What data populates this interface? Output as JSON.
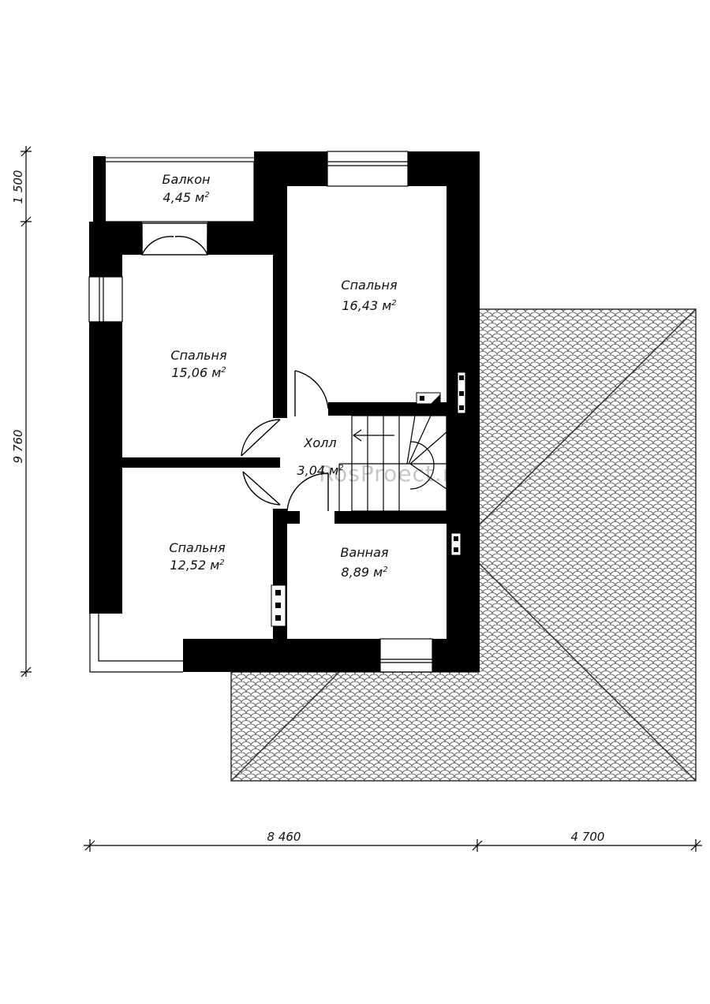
{
  "rooms": {
    "balcony": {
      "name": "Балкон",
      "area": "4,45 м",
      "unit_sup": "2"
    },
    "bedroom_top_right": {
      "name": "Спальня",
      "area": "16,43 м",
      "unit_sup": "2"
    },
    "bedroom_left": {
      "name": "Спальня",
      "area": "15,06 м",
      "unit_sup": "2"
    },
    "hall": {
      "name": "Холл",
      "area": "3,04 м",
      "unit_sup": "2"
    },
    "bedroom_bottom_left": {
      "name": "Спальня",
      "area": "12,52 м",
      "unit_sup": "2"
    },
    "bathroom": {
      "name": "Ванная",
      "area": "8,89 м",
      "unit_sup": "2"
    }
  },
  "dimensions": {
    "vertical_balcony": "1 500",
    "vertical_total": "9 760",
    "horizontal_house": "8 460",
    "horizontal_roof": "4 700"
  },
  "watermark": "RosProect.ru",
  "colors": {
    "wall": "#000000",
    "roof_line": "#555555",
    "background": "#ffffff"
  }
}
